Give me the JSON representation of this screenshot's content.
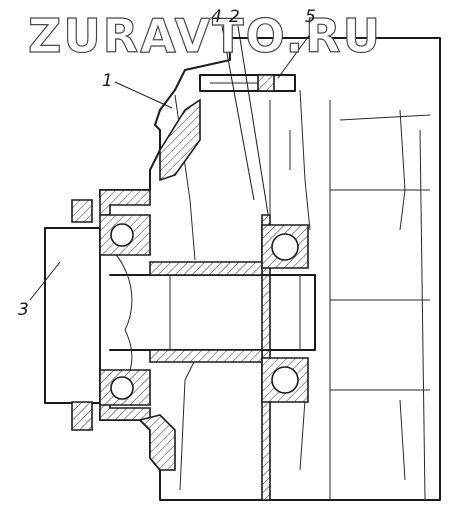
{
  "watermark": "ZURAVTO.RU",
  "callouts": {
    "c1": "1",
    "c2": "2",
    "c3": "3",
    "c4": "4",
    "c5": "5"
  }
}
